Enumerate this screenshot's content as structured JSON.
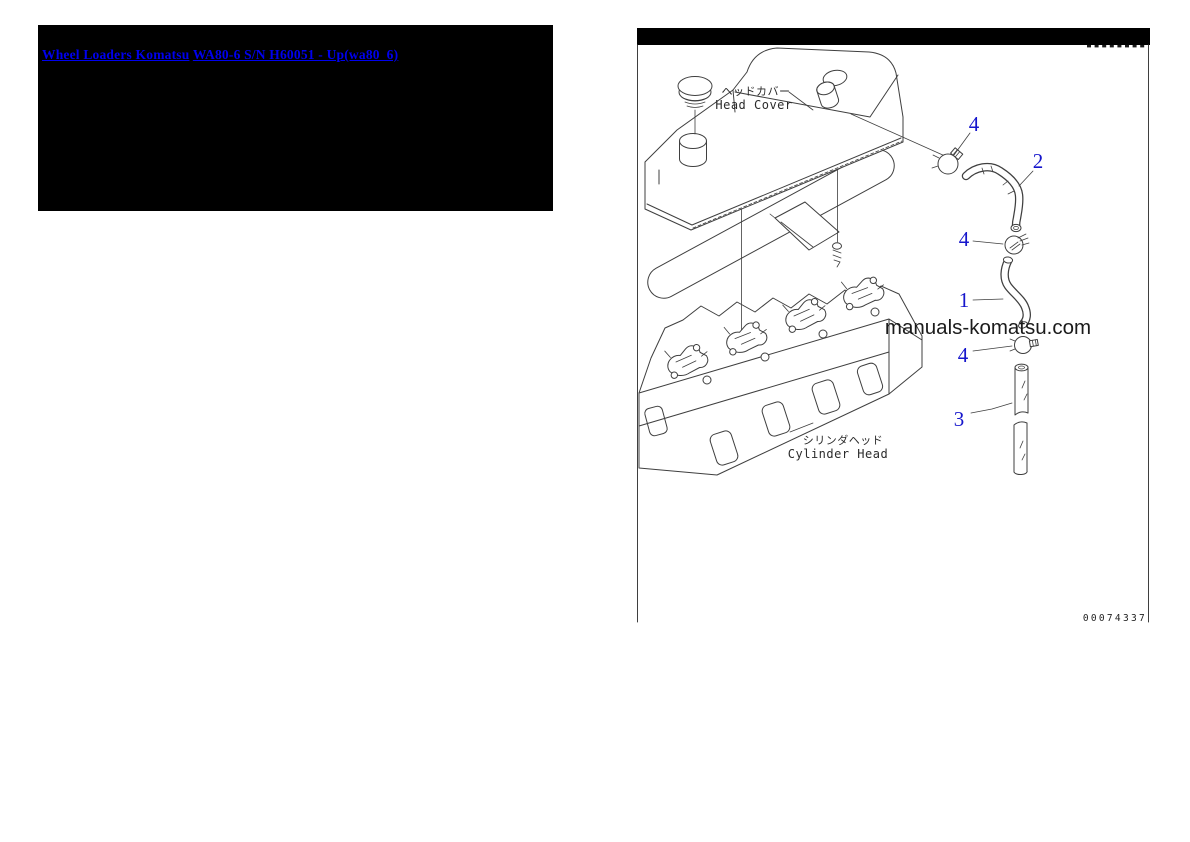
{
  "header": {
    "links": [
      {
        "label": "Wheel Loaders Komatsu"
      },
      {
        "label": "WA80-6 S/N H60051 - Up(wa80_6)"
      }
    ],
    "separator": " "
  },
  "diagram": {
    "part_labels": [
      {
        "jp": "ヘッドカバー",
        "en": "Head Cover"
      },
      {
        "jp": "シリンダヘッド",
        "en": "Cylinder Head"
      }
    ],
    "callouts": [
      {
        "ref": "4"
      },
      {
        "ref": "2"
      },
      {
        "ref": "4"
      },
      {
        "ref": "1"
      },
      {
        "ref": "4"
      },
      {
        "ref": "3"
      }
    ],
    "watermark": "manuals-komatsu.com",
    "figure_number": "00074337",
    "colors": {
      "link_blue": "#0000ee",
      "callout_blue": "#1616cc",
      "line_gray": "#3f3f3f",
      "banner_black": "#000000"
    }
  }
}
